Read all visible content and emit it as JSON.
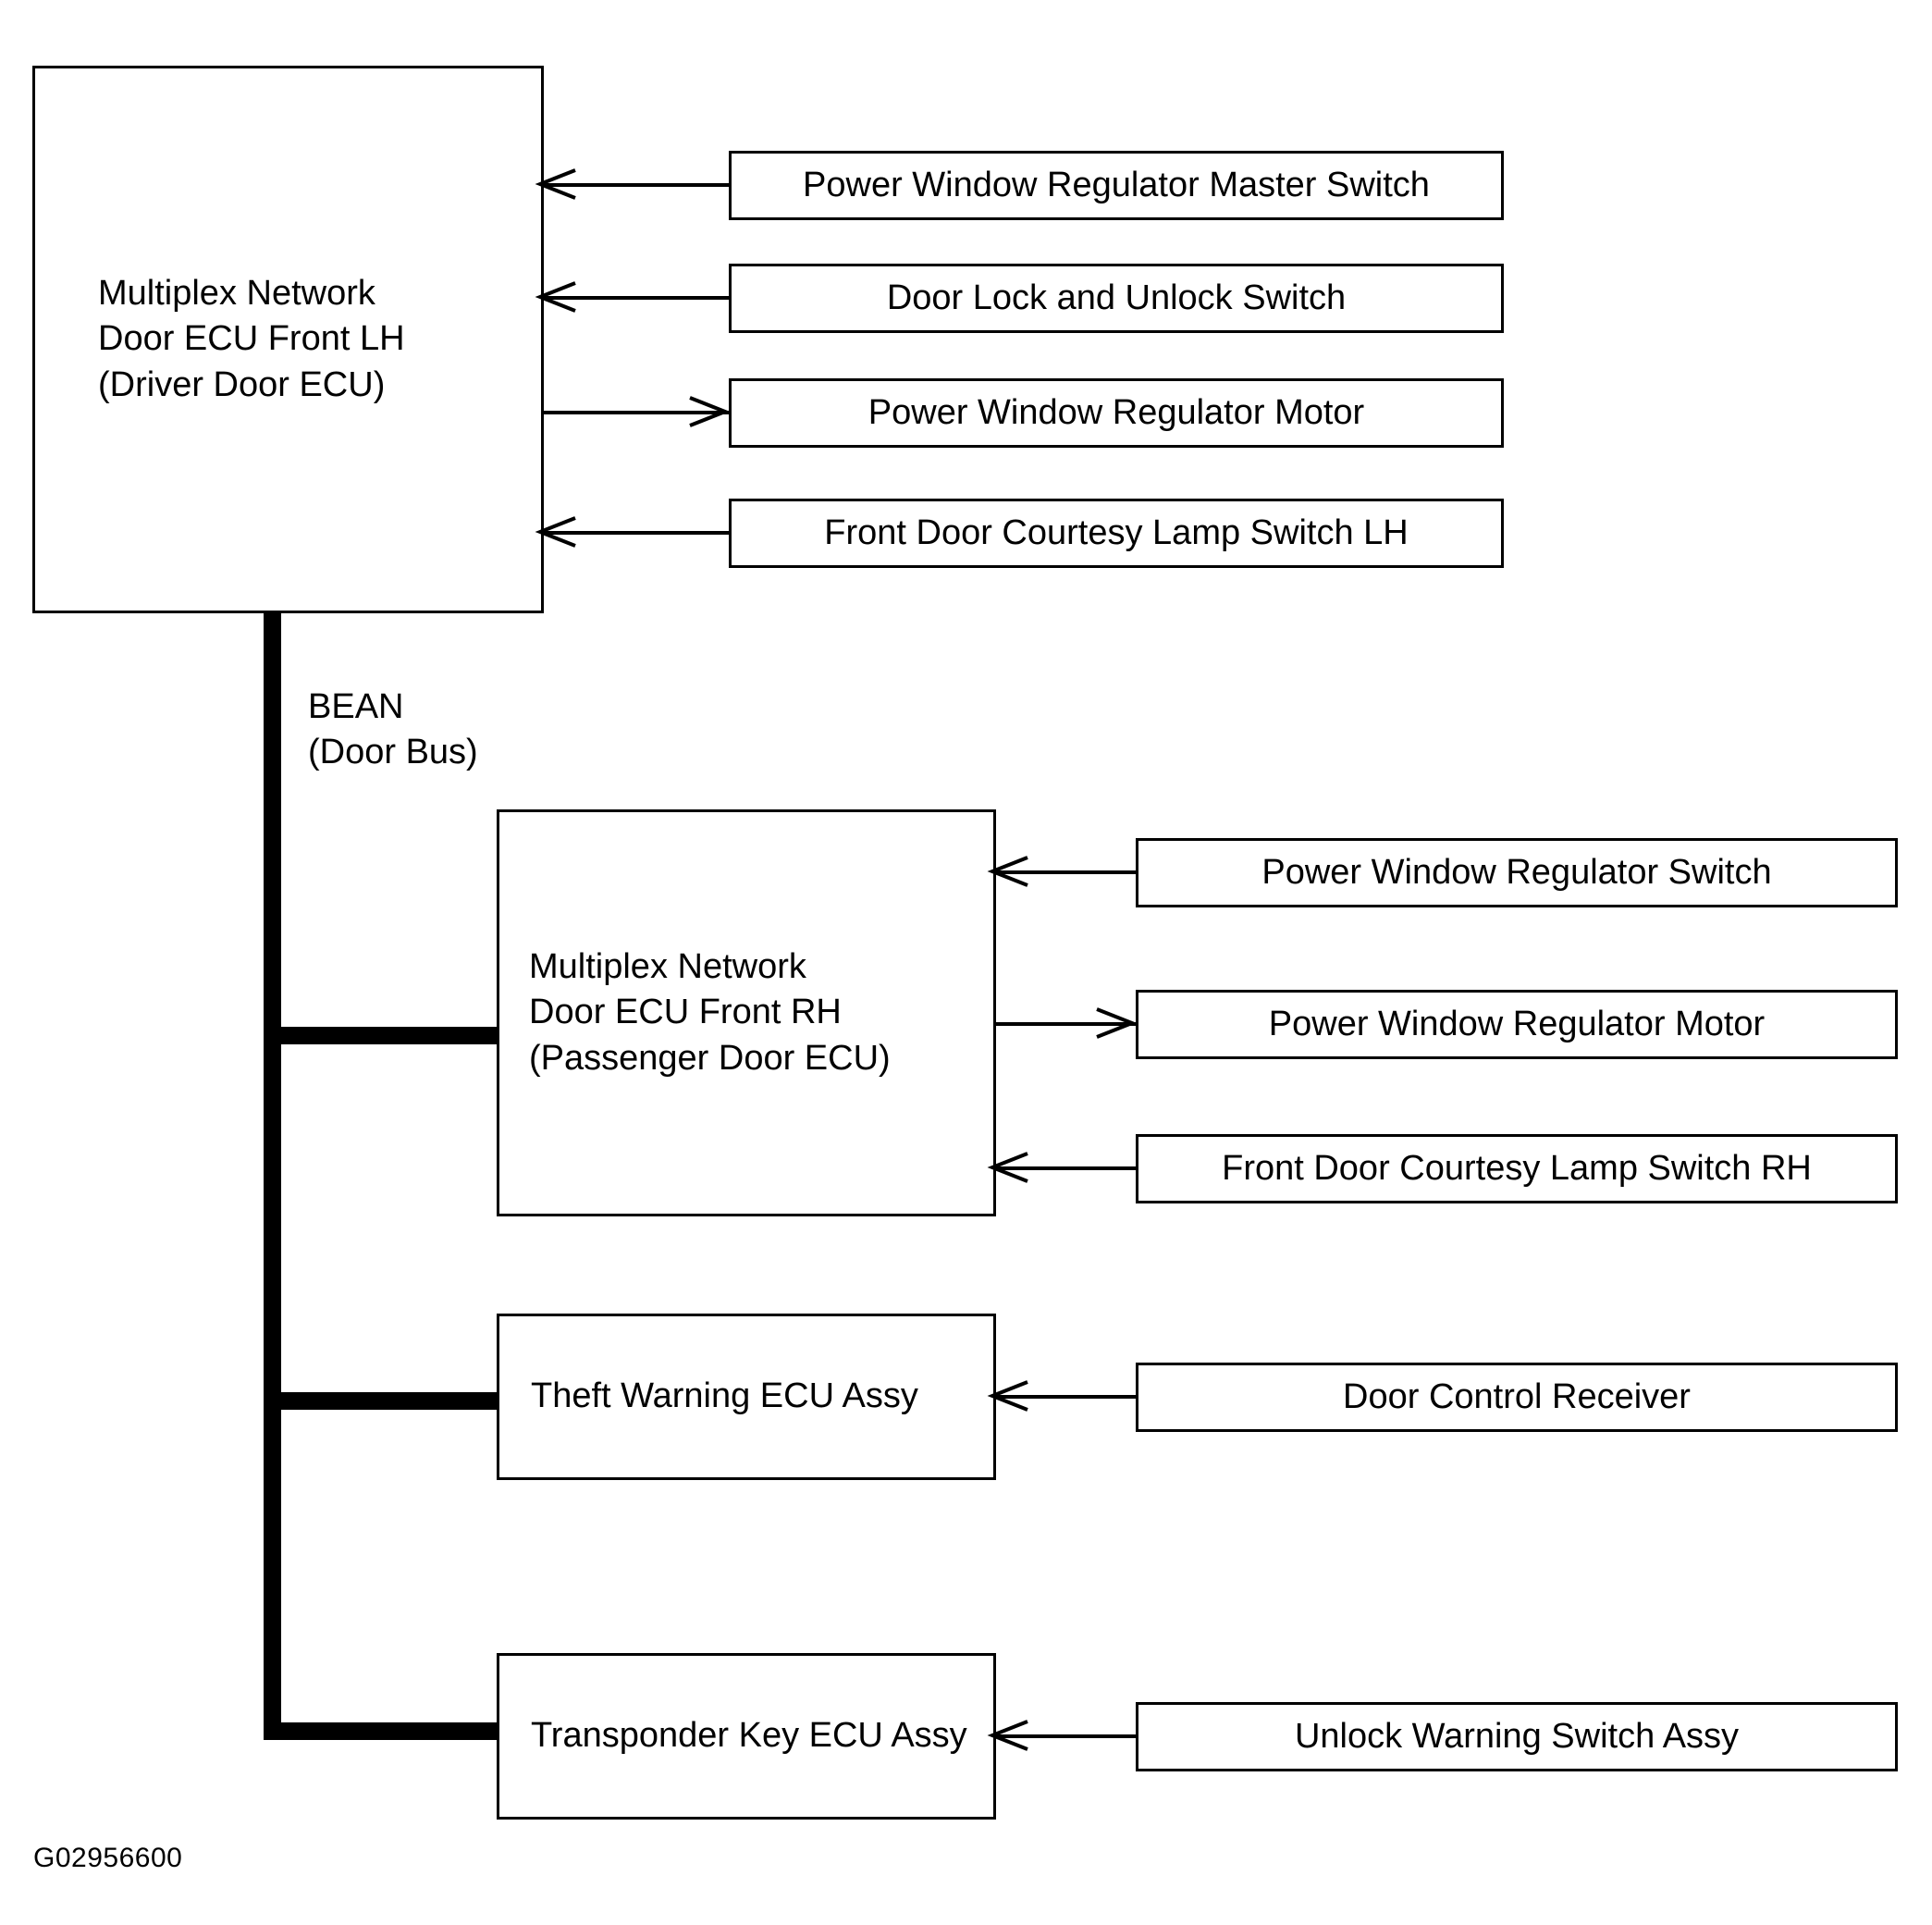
{
  "diagram": {
    "figure_id": "G02956600",
    "bus": {
      "label_line1": "BEAN",
      "label_line2": "(Door Bus)"
    },
    "nodes": {
      "driver_door_ecu": "Multiplex Network\nDoor ECU Front LH\n(Driver Door ECU)",
      "passenger_door_ecu": "Multiplex Network\nDoor ECU Front RH\n(Passenger Door ECU)",
      "theft_warning_ecu": "Theft Warning ECU Assy",
      "transponder_key_ecu": "Transponder Key ECU Assy"
    },
    "driver_peripherals": [
      {
        "label": "Power Window Regulator Master Switch",
        "direction": "to-ecu"
      },
      {
        "label": "Door Lock and Unlock Switch",
        "direction": "to-ecu"
      },
      {
        "label": "Power Window Regulator Motor",
        "direction": "from-ecu"
      },
      {
        "label": "Front Door Courtesy Lamp Switch LH",
        "direction": "to-ecu"
      }
    ],
    "passenger_peripherals": [
      {
        "label": "Power Window Regulator Switch",
        "direction": "to-ecu"
      },
      {
        "label": "Power Window Regulator Motor",
        "direction": "from-ecu"
      },
      {
        "label": "Front Door Courtesy Lamp Switch RH",
        "direction": "to-ecu"
      }
    ],
    "theft_peripherals": [
      {
        "label": "Door Control Receiver",
        "direction": "to-ecu"
      }
    ],
    "transponder_peripherals": [
      {
        "label": "Unlock Warning Switch Assy",
        "direction": "to-ecu"
      }
    ],
    "colors": {
      "line": "#000000",
      "background": "#ffffff"
    }
  }
}
